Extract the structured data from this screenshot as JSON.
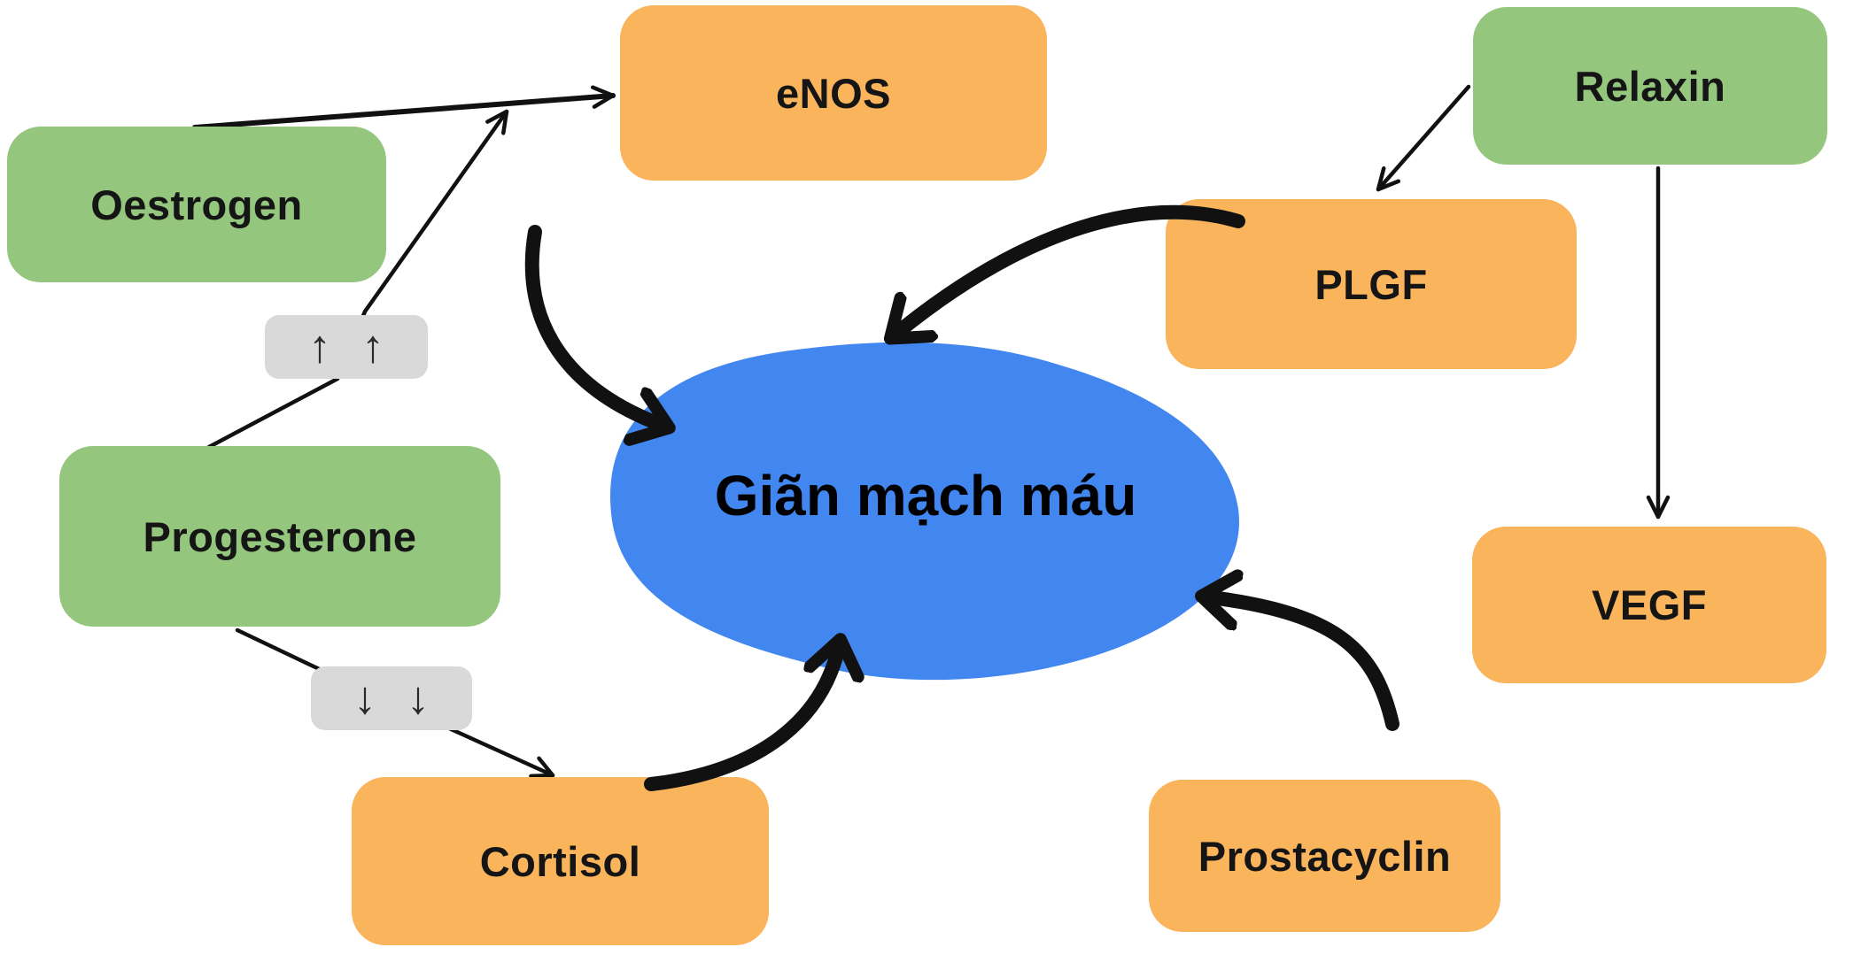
{
  "colors": {
    "node_green": "#94C77D",
    "node_orange": "#F9B45C",
    "center_blue": "#4287F0",
    "badge_gray": "#D9D9D9",
    "arrow_black": "#111111"
  },
  "center": {
    "label": "Giãn mạch máu"
  },
  "nodes": [
    {
      "id": "oestrogen",
      "label": "Oestrogen"
    },
    {
      "id": "progesterone",
      "label": "Progesterone"
    },
    {
      "id": "relaxin",
      "label": "Relaxin"
    },
    {
      "id": "enos",
      "label": "eNOS"
    },
    {
      "id": "plgf",
      "label": "PLGF"
    },
    {
      "id": "vegf",
      "label": "VEGF"
    },
    {
      "id": "cortisol",
      "label": "Cortisol"
    },
    {
      "id": "prostacyclin",
      "label": "Prostacyclin"
    }
  ],
  "badges": {
    "increase": {
      "symbols": [
        "↑",
        "↑"
      ]
    },
    "decrease": {
      "symbols": [
        "↓",
        "↓"
      ]
    }
  }
}
